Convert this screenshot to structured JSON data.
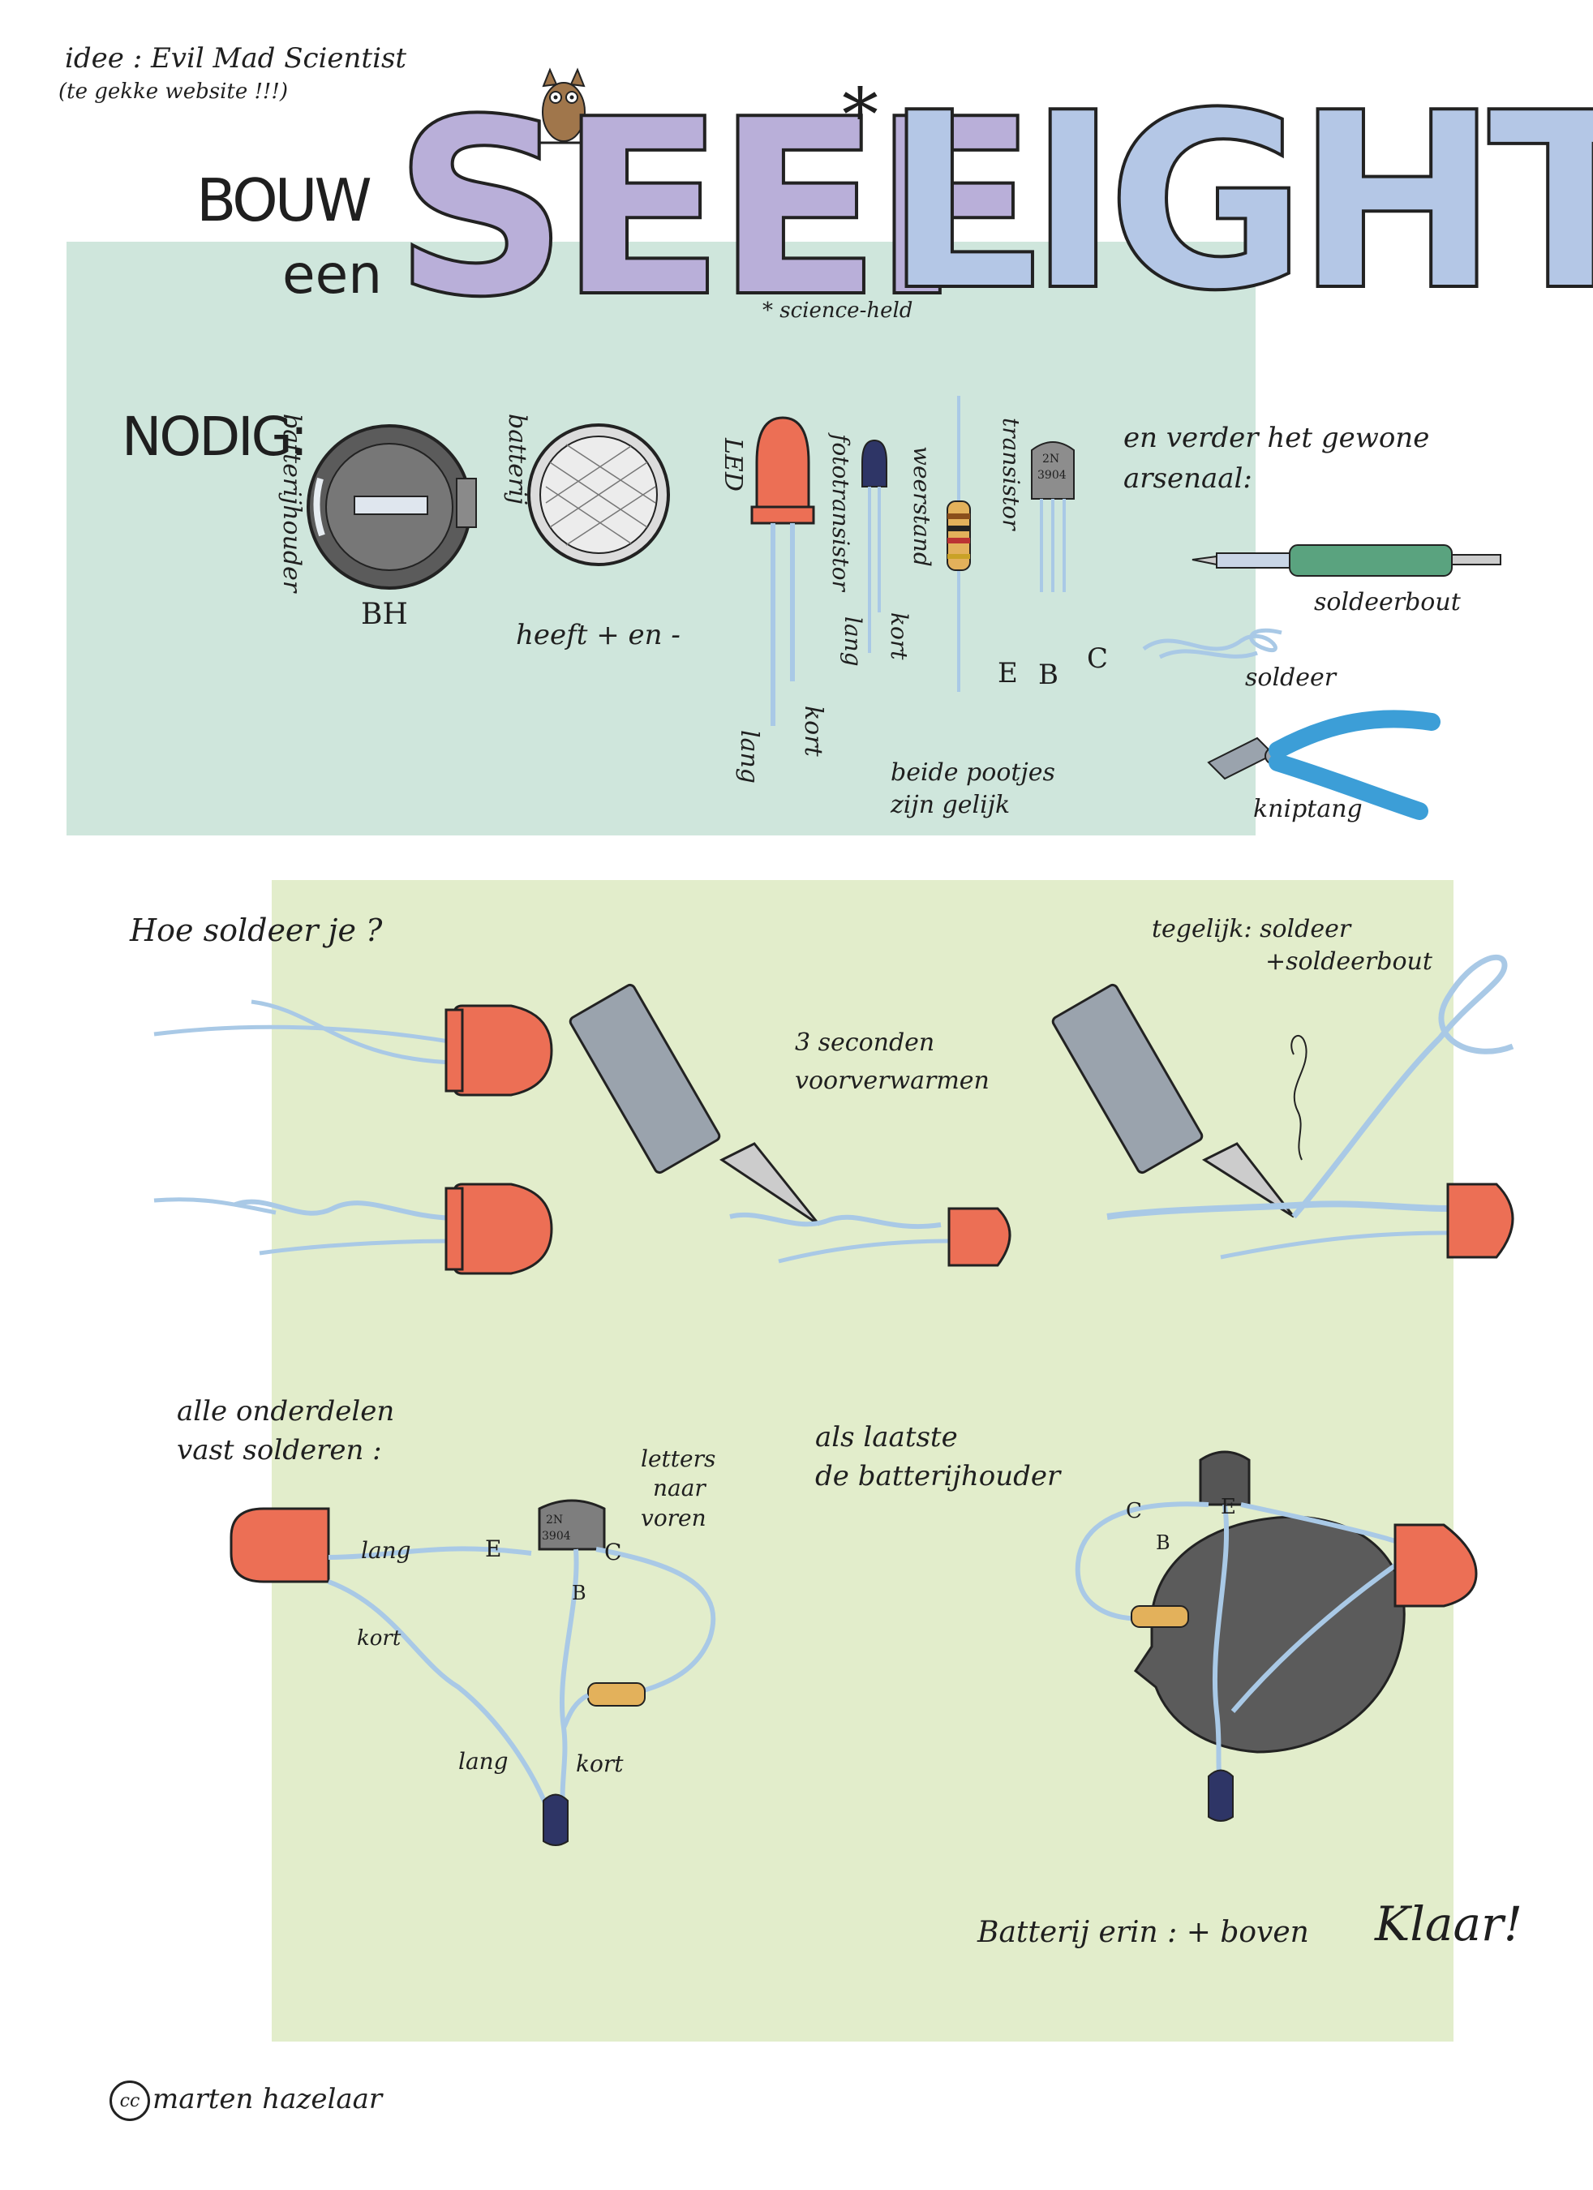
{
  "header": {
    "credit_line1": "idee : Evil Mad Scientist",
    "credit_line2": "(te gekke website !!!)",
    "bouw": "BOUW",
    "een": "een",
    "title_seef": "SEEF",
    "title_asterisk": "*",
    "title_light": "LIGHT",
    "footnote": "* science-held"
  },
  "nodig": {
    "heading": "NODIG:",
    "batterijhouder": "batterijhouder",
    "bh": "BH",
    "batterij": "batterij",
    "heeft": "heeft + en -",
    "led": "LED",
    "led_kort": "kort",
    "led_lang": "lang",
    "fototransistor": "fototransistor",
    "foto_lang": "lang",
    "foto_kort": "kort",
    "weerstand": "weerstand",
    "beide_line1": "beide pootjes",
    "beide_line2": "zijn gelijk",
    "transistor": "transistor",
    "transistor_marking_1": "2N",
    "transistor_marking_2": "3904",
    "pin_e": "E",
    "pin_b": "B",
    "pin_c": "C",
    "arsenaal_line1": "en verder het gewone",
    "arsenaal_line2": "arsenaal:",
    "soldeerbout": "soldeerbout",
    "soldeer": "soldeer",
    "kniptang": "kniptang"
  },
  "howto": {
    "hoe": "Hoe soldeer je ?",
    "voorverwarmen_line1": "3 seconden",
    "voorverwarmen_line2": "voorverwarmen",
    "tegelijk_line1": "tegelijk: soldeer",
    "tegelijk_line2": "+soldeerbout",
    "alle_line1": "alle onderdelen",
    "alle_line2": "vast solderen :",
    "letters_line1": "letters",
    "letters_line2": "naar",
    "letters_line3": "voren",
    "als_line1": "als laatste",
    "als_line2": "de batterijhouder",
    "lang1": "lang",
    "e1": "E",
    "c1": "C",
    "b1": "B",
    "kort1": "kort",
    "lang2": "lang",
    "kort2": "kort",
    "c2": "C",
    "b2": "B",
    "e2": "E",
    "battery": "Batterij erin : + boven",
    "klaar": "Klaar!"
  },
  "footer": {
    "cc": "cc",
    "author": "marten hazelaar"
  },
  "colors": {
    "top_panel": "#cfe6dc",
    "bottom_panel": "#e2edcb",
    "led_red": "#ec6f55",
    "wire_blue": "#a9c9e6",
    "title_blue": "#b6c4e4",
    "title_purple": "#b7a9d6",
    "tool_green": "#5aa37f",
    "plier_blue": "#3c9ed7"
  }
}
